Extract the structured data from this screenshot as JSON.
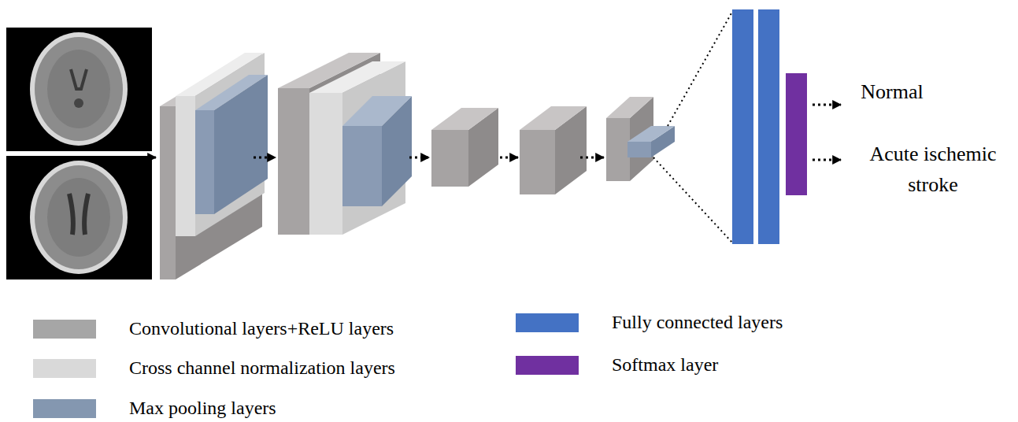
{
  "diagram": {
    "labels": [
      "Normal",
      "Acute ischemic stroke"
    ],
    "legend": [
      {
        "text": "Convolutional layers+ReLU layers",
        "color": "#a6a6a6"
      },
      {
        "text": "Cross channel normalization layers",
        "color": "#d9d9d9"
      },
      {
        "text": "Max pooling layers",
        "color": "#8497b0"
      },
      {
        "text": "Fully connected layers",
        "color": "#4472c4"
      },
      {
        "text": "Softmax layer",
        "color": "#7030a0"
      }
    ]
  }
}
